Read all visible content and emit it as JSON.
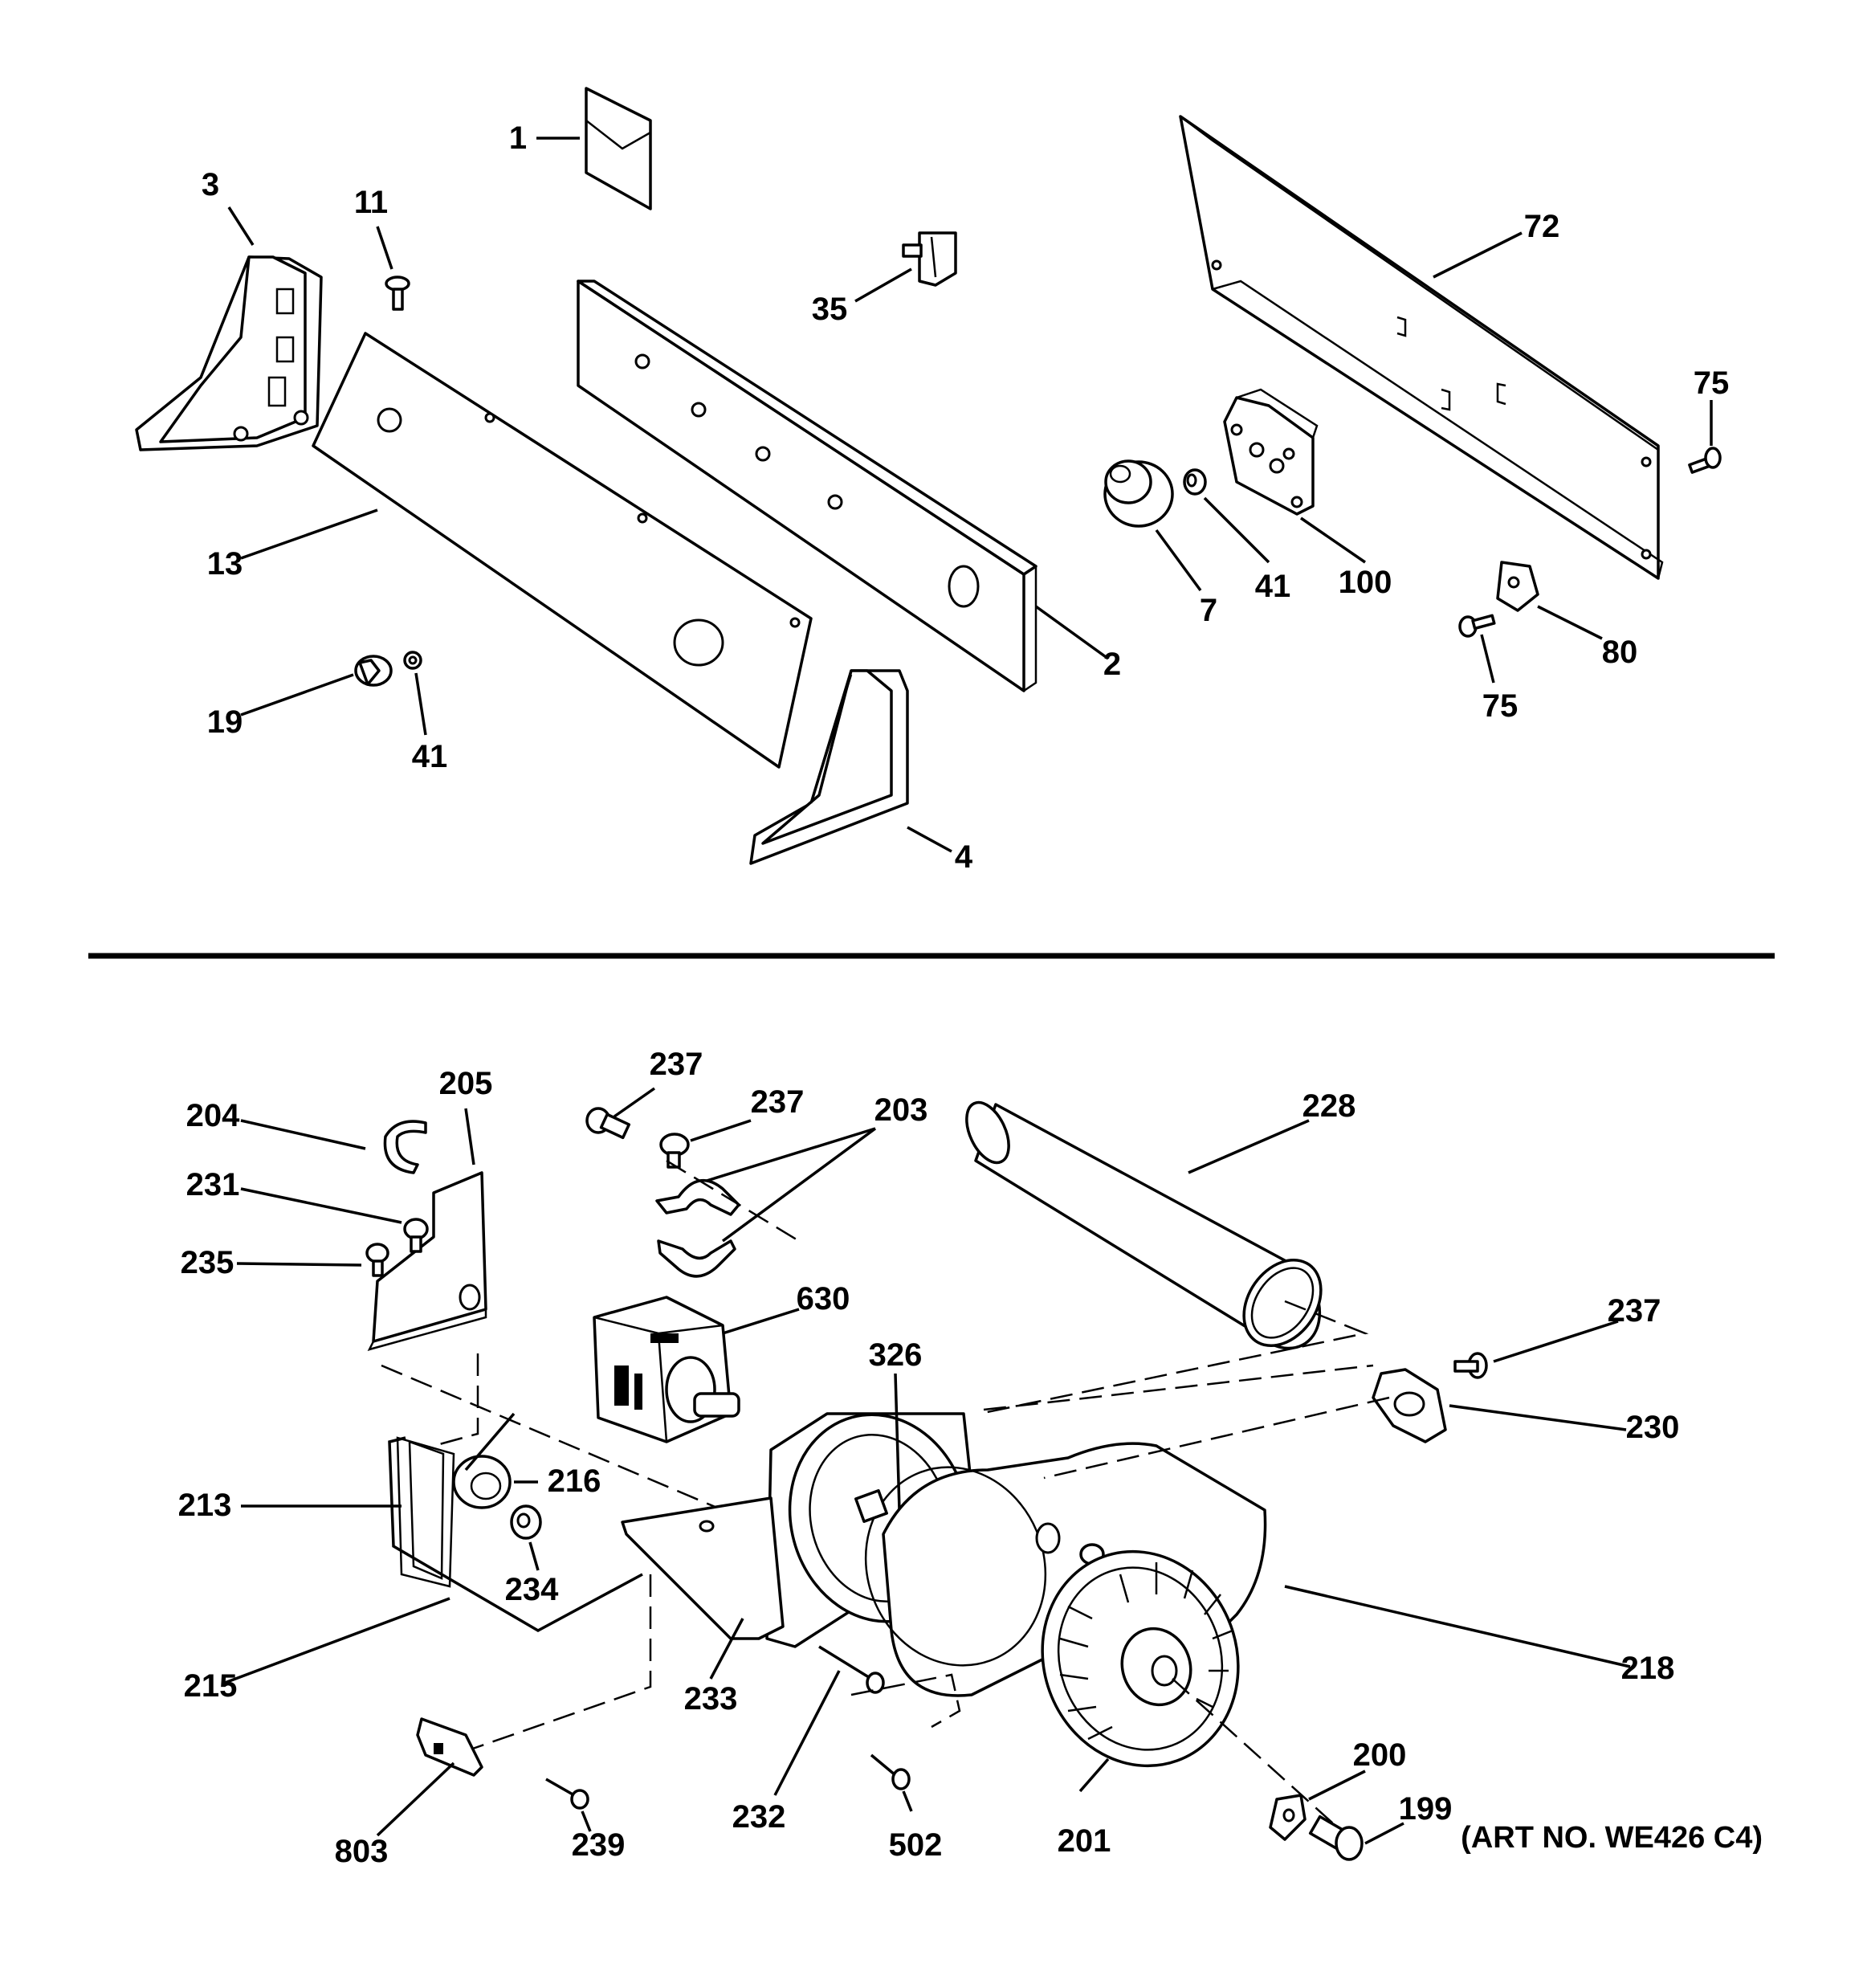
{
  "diagram": {
    "art_number": "(ART NO. WE426 C4)",
    "callouts": [
      {
        "id": "c1",
        "text": "1"
      },
      {
        "id": "c3",
        "text": "3"
      },
      {
        "id": "c11",
        "text": "11"
      },
      {
        "id": "c35",
        "text": "35"
      },
      {
        "id": "c72",
        "text": "72"
      },
      {
        "id": "c75a",
        "text": "75"
      },
      {
        "id": "c13",
        "text": "13"
      },
      {
        "id": "c7",
        "text": "7"
      },
      {
        "id": "c41a",
        "text": "41"
      },
      {
        "id": "c100",
        "text": "100"
      },
      {
        "id": "c2",
        "text": "2"
      },
      {
        "id": "c80",
        "text": "80"
      },
      {
        "id": "c75b",
        "text": "75"
      },
      {
        "id": "c19",
        "text": "19"
      },
      {
        "id": "c41b",
        "text": "41"
      },
      {
        "id": "c4",
        "text": "4"
      },
      {
        "id": "c237a",
        "text": "237"
      },
      {
        "id": "c237b",
        "text": "237"
      },
      {
        "id": "c203",
        "text": "203"
      },
      {
        "id": "c228",
        "text": "228"
      },
      {
        "id": "c205",
        "text": "205"
      },
      {
        "id": "c204",
        "text": "204"
      },
      {
        "id": "c231",
        "text": "231"
      },
      {
        "id": "c235",
        "text": "235"
      },
      {
        "id": "c630",
        "text": "630"
      },
      {
        "id": "c326",
        "text": "326"
      },
      {
        "id": "c237c",
        "text": "237"
      },
      {
        "id": "c230",
        "text": "230"
      },
      {
        "id": "c213",
        "text": "213"
      },
      {
        "id": "c216",
        "text": "216"
      },
      {
        "id": "c234",
        "text": "234"
      },
      {
        "id": "c218",
        "text": "218"
      },
      {
        "id": "c215",
        "text": "215"
      },
      {
        "id": "c233",
        "text": "233"
      },
      {
        "id": "c232",
        "text": "232"
      },
      {
        "id": "c200",
        "text": "200"
      },
      {
        "id": "c199",
        "text": "199"
      },
      {
        "id": "c803",
        "text": "803"
      },
      {
        "id": "c239",
        "text": "239"
      },
      {
        "id": "c502",
        "text": "502"
      },
      {
        "id": "c201",
        "text": "201"
      }
    ]
  }
}
